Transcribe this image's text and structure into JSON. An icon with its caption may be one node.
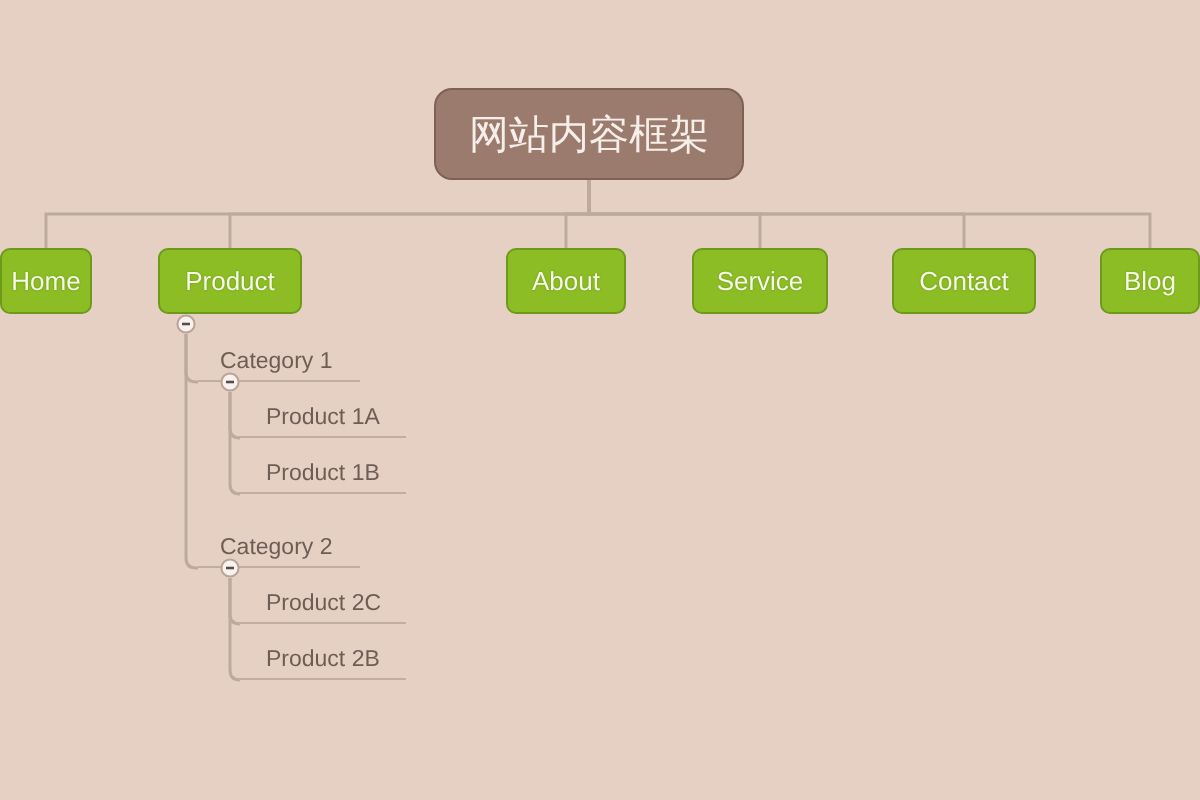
{
  "diagram": {
    "nodes": [
      {
        "text": [
          "网站内容框架"
        ]
      },
      {
        "text": [
          "Home"
        ]
      },
      {
        "text": [
          "Product"
        ]
      },
      {
        "text": [
          "About"
        ]
      },
      {
        "text": [
          "Service"
        ]
      },
      {
        "text": [
          "Contact"
        ]
      },
      {
        "text": [
          "Blog"
        ]
      },
      {
        "text": [
          "Category 1"
        ]
      },
      {
        "text": [
          "Product 1A"
        ]
      },
      {
        "text": [
          "Product 1B"
        ]
      },
      {
        "text": [
          "Category 2"
        ]
      },
      {
        "text": [
          "Product 2C"
        ]
      },
      {
        "text": [
          "Product 2B"
        ]
      }
    ],
    "edges": [
      {
        "from": 0,
        "to": 1,
        "arrow": "none"
      },
      {
        "from": 0,
        "to": 2,
        "arrow": "none"
      },
      {
        "from": 0,
        "to": 3,
        "arrow": "none"
      },
      {
        "from": 0,
        "to": 4,
        "arrow": "none"
      },
      {
        "from": 0,
        "to": 5,
        "arrow": "none"
      },
      {
        "from": 0,
        "to": 6,
        "arrow": "none"
      },
      {
        "from": 2,
        "to": 7,
        "arrow": "none"
      },
      {
        "from": 7,
        "to": 8,
        "arrow": "none"
      },
      {
        "from": 7,
        "to": 9,
        "arrow": "none"
      },
      {
        "from": 2,
        "to": 10,
        "arrow": "none"
      },
      {
        "from": 10,
        "to": 11,
        "arrow": "none"
      },
      {
        "from": 10,
        "to": 12,
        "arrow": "none"
      }
    ]
  }
}
